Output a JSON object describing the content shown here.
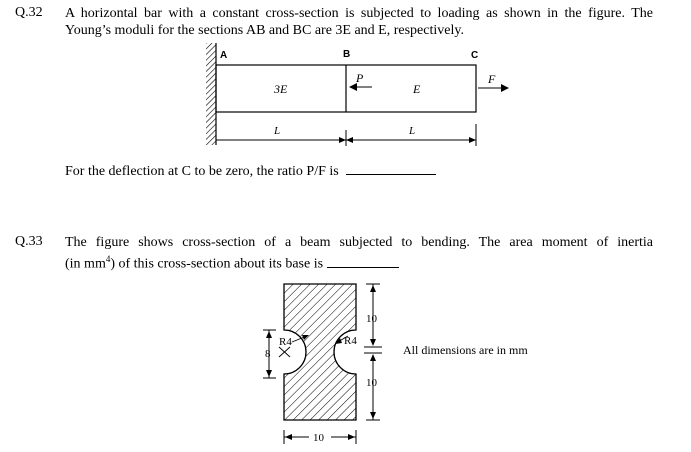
{
  "q32": {
    "number": "Q.32",
    "line1": "A horizontal bar with a constant cross-section is subjected to loading as shown in the figure. The",
    "line2": "Young’s moduli for the sections AB and BC are 3E and E, respectively.",
    "figure": {
      "label_a": "A",
      "label_b": "B",
      "label_c": "C",
      "modulus_ab": "3E",
      "modulus_bc": "E",
      "load_p": "P",
      "load_f": "F",
      "length_ab": "L",
      "length_bc": "L"
    },
    "prompt": "For the deflection at C to be zero, the ratio P/F is"
  },
  "q33": {
    "number": "Q.33",
    "line1": "The figure shows cross-section of a beam subjected to bending. The area moment of inertia",
    "line2a": "(in mm",
    "line2_sup": "4",
    "line2b": ") of this cross-section about its base is",
    "figure": {
      "radius_left": "R4",
      "radius_right": "R4",
      "dim_8": "8",
      "dim_10_top": "10",
      "dim_10_bottom": "10",
      "dim_10_width": "10",
      "note": "All dimensions are in mm"
    }
  }
}
